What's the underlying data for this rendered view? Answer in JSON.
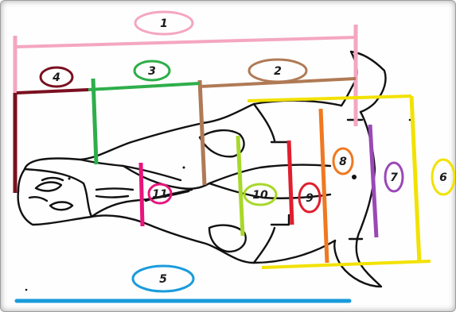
{
  "measurements": [
    {
      "label": "1",
      "color": "#f4a6c0"
    },
    {
      "label": "2",
      "color": "#b07a55"
    },
    {
      "label": "3",
      "color": "#2eae4a"
    },
    {
      "label": "4",
      "color": "#7a1020"
    },
    {
      "label": "5",
      "color": "#1a9bdc"
    },
    {
      "label": "6",
      "color": "#f2e200"
    },
    {
      "label": "7",
      "color": "#9a48b6"
    },
    {
      "label": "8",
      "color": "#f07820"
    },
    {
      "label": "9",
      "color": "#e01e2e"
    },
    {
      "label": "10",
      "color": "#a8d82a"
    },
    {
      "label": "11",
      "color": "#e8147c"
    }
  ]
}
